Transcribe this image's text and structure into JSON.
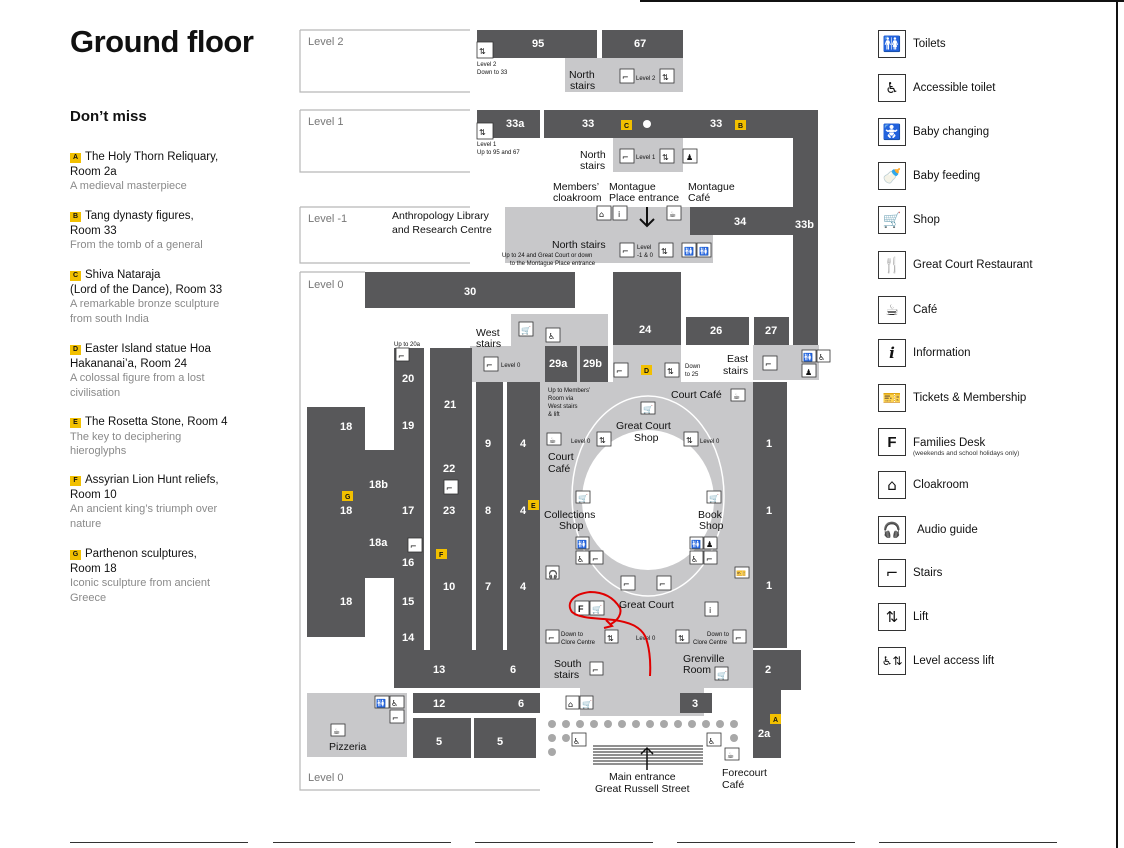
{
  "title": "Ground floor",
  "dont_miss": {
    "heading": "Don’t miss",
    "items": [
      {
        "badge": "A",
        "line1": "The Holy Thorn Reliquary,",
        "line2": "Room 2a",
        "desc1": "A medieval masterpiece",
        "desc2": ""
      },
      {
        "badge": "B",
        "line1": "Tang dynasty figures,",
        "line2": "Room 33",
        "desc1": "From the tomb of a general",
        "desc2": ""
      },
      {
        "badge": "C",
        "line1": "Shiva Nataraja",
        "line2": "(Lord of the Dance), Room 33",
        "desc1": "A remarkable bronze sculpture",
        "desc2": "from south India"
      },
      {
        "badge": "D",
        "line1": "Easter Island statue Hoa",
        "line2": "Hakananai’a, Room 24",
        "desc1": "A colossal figure from a lost",
        "desc2": "civilisation"
      },
      {
        "badge": "E",
        "line1": "The Rosetta Stone, Room 4",
        "line2": "",
        "desc1": "The key to deciphering",
        "desc2": "hieroglyphs"
      },
      {
        "badge": "F",
        "line1": "Assyrian Lion Hunt reliefs,",
        "line2": "Room 10",
        "desc1": "An ancient king’s triumph over",
        "desc2": "nature"
      },
      {
        "badge": "G",
        "line1": "Parthenon sculptures,",
        "line2": "Room 18",
        "desc1": "Iconic sculpture from ancient",
        "desc2": "Greece"
      }
    ]
  },
  "legend": {
    "items": [
      {
        "icon": "toilets-icon",
        "glyph": "🚻",
        "label": "Toilets",
        "sublabel": ""
      },
      {
        "icon": "accessible-toilet-icon",
        "glyph": "♿",
        "label": "Accessible toilet",
        "sublabel": ""
      },
      {
        "icon": "baby-changing-icon",
        "glyph": "🚼",
        "label": "Baby changing",
        "sublabel": ""
      },
      {
        "icon": "baby-feeding-icon",
        "glyph": "🍼",
        "label": "Baby feeding",
        "sublabel": ""
      },
      {
        "icon": "shop-icon",
        "glyph": "🛒",
        "label": "Shop",
        "sublabel": ""
      },
      {
        "icon": "restaurant-icon",
        "glyph": "🍴",
        "label": "Great Court Restaurant",
        "sublabel": ""
      },
      {
        "icon": "cafe-icon",
        "glyph": "☕",
        "label": "Café",
        "sublabel": ""
      },
      {
        "icon": "information-icon",
        "glyph": "i",
        "label": "Information",
        "sublabel": ""
      },
      {
        "icon": "tickets-icon",
        "glyph": "🎫",
        "label": "Tickets & Membership",
        "sublabel": ""
      },
      {
        "icon": "families-desk-icon",
        "glyph": "F",
        "label": "Families Desk",
        "sublabel": "(weekends and school holidays only)"
      },
      {
        "icon": "cloakroom-icon",
        "glyph": "⌂",
        "label": "Cloakroom",
        "sublabel": ""
      },
      {
        "icon": "audio-guide-icon",
        "glyph": "🎧",
        "label": "Audio guide",
        "sublabel": ""
      },
      {
        "icon": "stairs-icon",
        "glyph": "⌐",
        "label": "Stairs",
        "sublabel": ""
      },
      {
        "icon": "lift-icon",
        "glyph": "⇅",
        "label": "Lift",
        "sublabel": ""
      },
      {
        "icon": "level-access-lift-icon",
        "glyph": "♿⇅",
        "label": "Level access lift",
        "sublabel": ""
      }
    ]
  },
  "map": {
    "levels": {
      "level2": "Level 2",
      "level1": "Level 1",
      "levelm1": "Level -1",
      "level0_top": "Level 0",
      "level0_bottom": "Level 0"
    },
    "rooms": {
      "r95": "95",
      "r67": "67",
      "r33a": "33a",
      "r33_left": "33",
      "r33_right": "33",
      "r33b": "33b",
      "r34": "34",
      "r30": "30",
      "r24": "24",
      "r26": "26",
      "r27": "27",
      "r29a": "29a",
      "r29b": "29b",
      "r20": "20",
      "r21": "21",
      "r19": "19",
      "r18_top": "18",
      "r18_mid": "18",
      "r18_bottom": "18",
      "r18a": "18a",
      "r18b": "18b",
      "r22": "22",
      "r23": "23",
      "r17": "17",
      "r16": "16",
      "r15": "15",
      "r14": "14",
      "r13": "13",
      "r12": "12",
      "r10": "10",
      "r9": "9",
      "r8": "8",
      "r7": "7",
      "r6_mid": "6",
      "r6_low": "6",
      "r5_left": "5",
      "r5_right": "5",
      "r3": "3",
      "r2": "2",
      "r2a": "2a",
      "r1_top": "1",
      "r1_mid": "1",
      "r1_low": "1",
      "r4_top": "4",
      "r4_mid": "4",
      "r4_low": "4"
    },
    "labels": {
      "north_stairs_l2_a": "North",
      "north_stairs_l2_b": "stairs",
      "level2_down_a": "Level 2",
      "level2_down_b": "Down to 33",
      "level2_lift": "Level 2",
      "north_stairs_l1_a": "North",
      "north_stairs_l1_b": "stairs",
      "level1_up_a": "Level 1",
      "level1_up_b": "Up to 95 and 67",
      "level1_lift": "Level 1",
      "members_cloakroom_a": "Members’",
      "members_cloakroom_b": "cloakroom",
      "montague_place_a": "Montague",
      "montague_place_b": "Place entrance",
      "montague_cafe_a": "Montague",
      "montague_cafe_b": "Café",
      "anthropology_a": "Anthropology Library",
      "anthropology_b": "and Research Centre",
      "north_stairs_lm1": "North stairs",
      "north_stairs_lm1_note_a": "Up to 24 and Great Court or down",
      "north_stairs_lm1_note_b": "to the Montague Place entrance",
      "level_m1_0_a": "Level",
      "level_m1_0_b": "-1 & 0",
      "west_stairs_a": "West",
      "west_stairs_b": "stairs",
      "west_level0": "Level 0",
      "up_to_20a": "Up to 20a",
      "east_stairs_a": "East",
      "east_stairs_b": "stairs",
      "down_to_25_a": "Down",
      "down_to_25_b": "to 25",
      "up_to_members_a": "Up to Members’",
      "up_to_members_b": "Room via",
      "up_to_members_c": "West stairs",
      "up_to_members_d": "& lift",
      "court_cafe_top": "Court Café",
      "great_court_shop_a": "Great Court",
      "great_court_shop_b": "Shop",
      "level0_left": "Level 0",
      "level0_right": "Level 0",
      "court_cafe_left_a": "Court",
      "court_cafe_left_b": "Café",
      "collections_shop_a": "Collections",
      "collections_shop_b": "Shop",
      "book_shop_a": "Book",
      "book_shop_b": "Shop",
      "great_court": "Great Court",
      "down_clore_left_a": "Down to",
      "down_clore_left_b": "Clore Centre",
      "down_clore_right_a": "Down to",
      "down_clore_right_b": "Clore Centre",
      "level0_center": "Level 0",
      "south_stairs_a": "South",
      "south_stairs_b": "stairs",
      "grenville_a": "Grenville",
      "grenville_b": "Room",
      "pizzeria": "Pizzeria",
      "main_entrance_a": "Main entrance",
      "main_entrance_b": "Great Russell Street",
      "forecourt_cafe_a": "Forecourt",
      "forecourt_cafe_b": "Café"
    },
    "badges": {
      "c": "C",
      "b": "B",
      "d": "D",
      "e": "E",
      "f": "F",
      "g": "G",
      "a": "A"
    },
    "families_desk_marker": "F",
    "colors": {
      "room_dark": "#58585a",
      "area_light": "#c8c8ca",
      "frame": "#b7b7b7",
      "badge_yellow": "#f2c000",
      "annotation_red": "#e00000"
    }
  }
}
